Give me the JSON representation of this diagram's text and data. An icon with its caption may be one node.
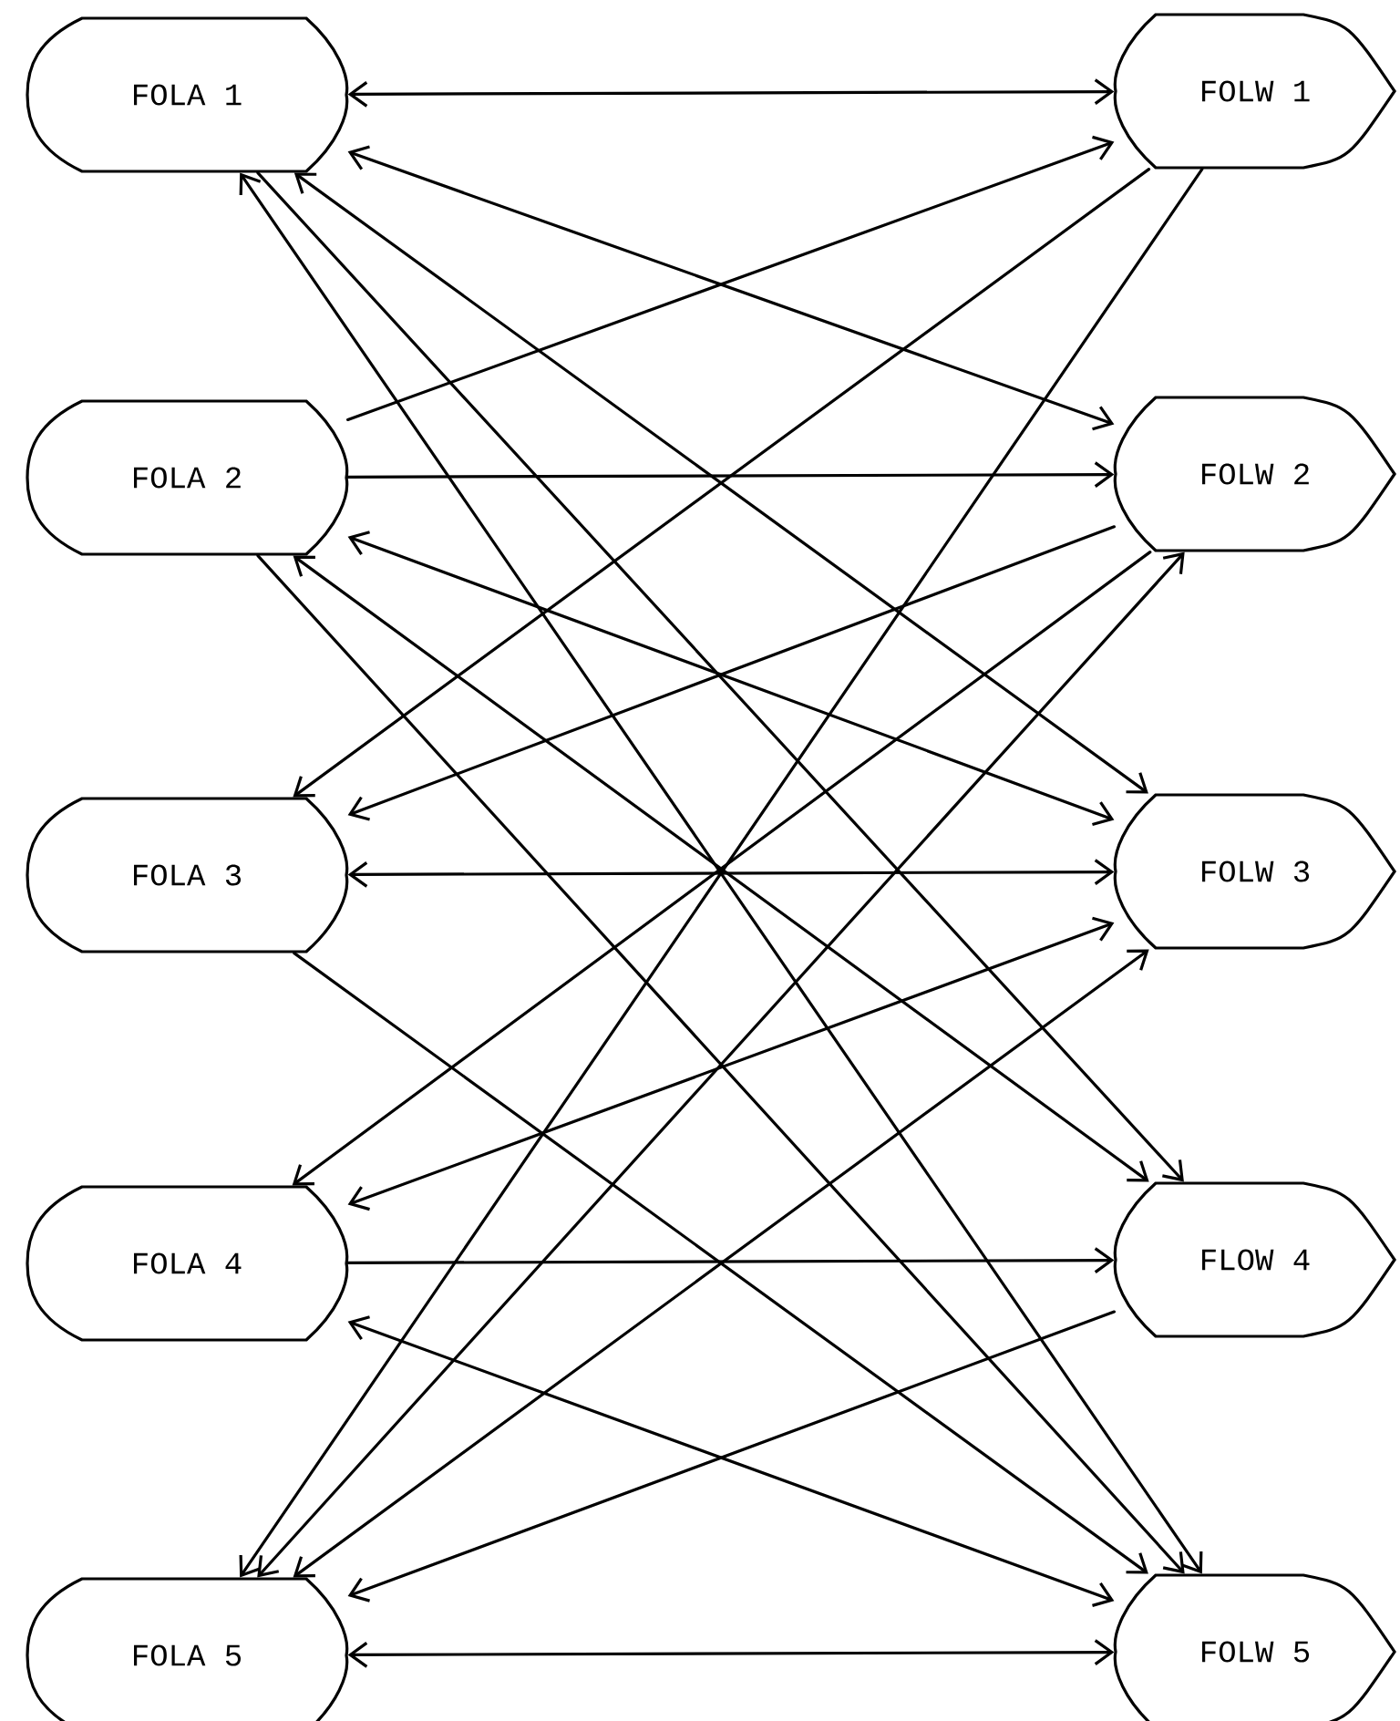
{
  "diagram": {
    "nodes": [
      {
        "text": [
          "FOLA 1"
        ]
      },
      {
        "text": [
          "FOLA 2"
        ]
      },
      {
        "text": [
          "FOLA 3"
        ]
      },
      {
        "text": [
          "FOLA 4"
        ]
      },
      {
        "text": [
          "FOLA 5"
        ]
      },
      {
        "text": [
          "FOLW 1"
        ]
      },
      {
        "text": [
          "FOLW 2"
        ]
      },
      {
        "text": [
          "FOLW 3"
        ]
      },
      {
        "text": [
          "FLOW 4"
        ]
      },
      {
        "text": [
          "FOLW 5"
        ]
      }
    ],
    "edges": [
      {
        "from": 0,
        "to": 5,
        "arrow": "both"
      },
      {
        "from": 0,
        "to": 6,
        "arrow": "both"
      },
      {
        "from": 0,
        "to": 7,
        "arrow": "both"
      },
      {
        "from": 0,
        "to": 8,
        "arrow": "to"
      },
      {
        "from": 0,
        "to": 9,
        "arrow": "both"
      },
      {
        "from": 1,
        "to": 5,
        "arrow": "to"
      },
      {
        "from": 1,
        "to": 6,
        "arrow": "to"
      },
      {
        "from": 1,
        "to": 7,
        "arrow": "both"
      },
      {
        "from": 1,
        "to": 8,
        "arrow": "both"
      },
      {
        "from": 1,
        "to": 9,
        "arrow": "to"
      },
      {
        "from": 5,
        "to": 2,
        "arrow": "to"
      },
      {
        "from": 6,
        "to": 2,
        "arrow": "to"
      },
      {
        "from": 2,
        "to": 7,
        "arrow": "both"
      },
      {
        "from": 2,
        "to": 9,
        "arrow": "to"
      },
      {
        "from": 6,
        "to": 3,
        "arrow": "to"
      },
      {
        "from": 3,
        "to": 7,
        "arrow": "both"
      },
      {
        "from": 3,
        "to": 8,
        "arrow": "to"
      },
      {
        "from": 3,
        "to": 9,
        "arrow": "both"
      },
      {
        "from": 5,
        "to": 4,
        "arrow": "to"
      },
      {
        "from": 4,
        "to": 6,
        "arrow": "both"
      },
      {
        "from": 4,
        "to": 7,
        "arrow": "both"
      },
      {
        "from": 8,
        "to": 4,
        "arrow": "to"
      },
      {
        "from": 4,
        "to": 9,
        "arrow": "both"
      }
    ]
  }
}
